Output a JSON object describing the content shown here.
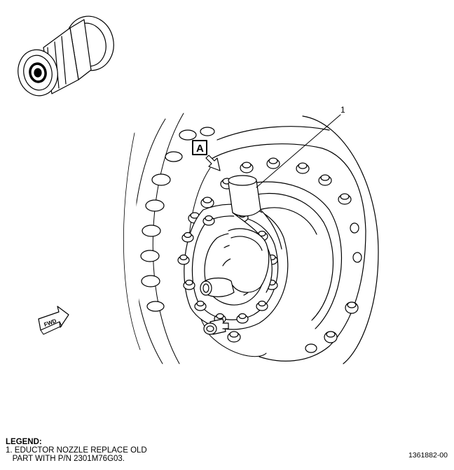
{
  "callouts": {
    "item_number": "1",
    "view_letter": "A",
    "direction_arrow": "FWD"
  },
  "legend": {
    "title": "LEGEND:",
    "items": [
      {
        "line1": "1. EDUCTOR NOZZLE REPLACE OLD",
        "line2": "   PART WITH P/N 2301M76G03."
      }
    ]
  },
  "figure_id": "1361882-00",
  "colors": {
    "line": "#000000",
    "background": "#ffffff"
  }
}
